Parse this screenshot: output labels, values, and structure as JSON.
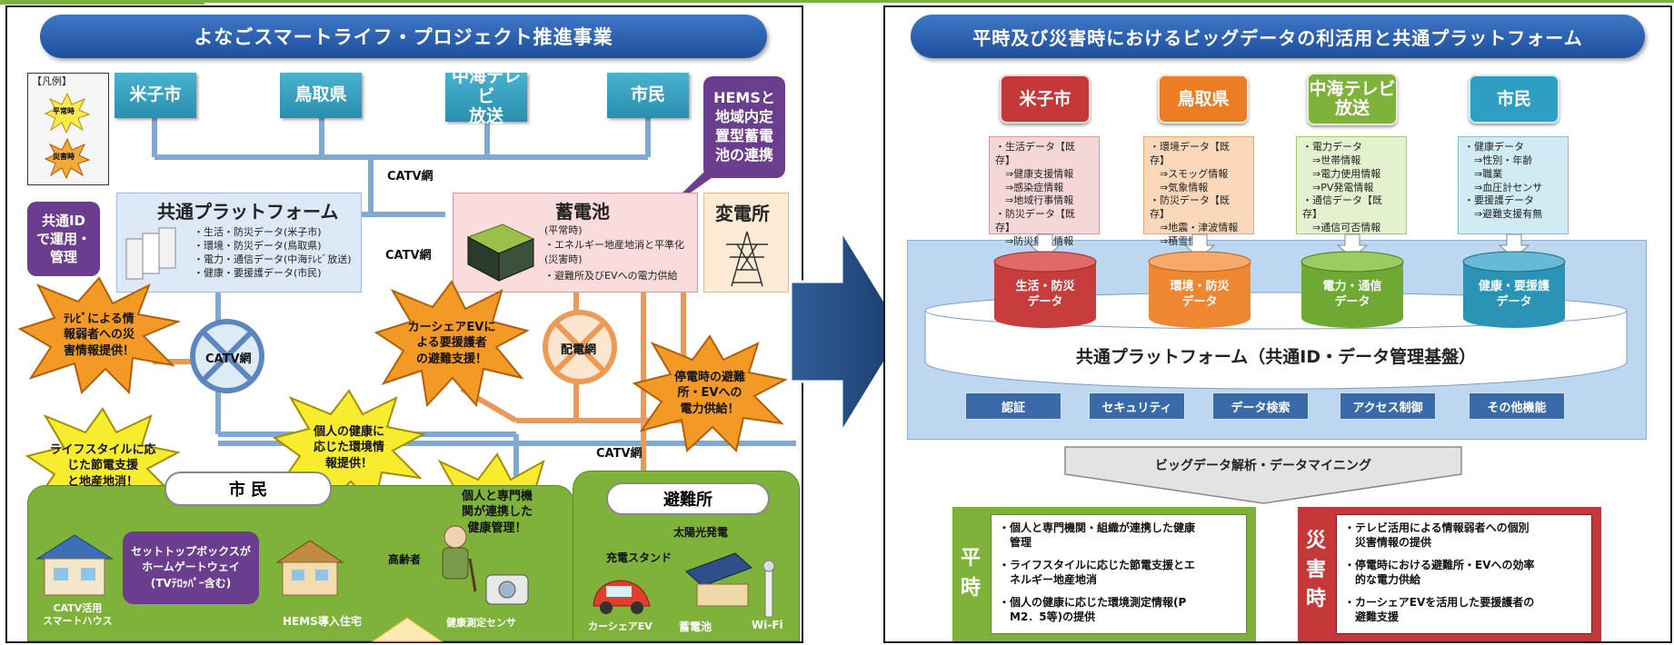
{
  "left": {
    "title": "よなごスマートライフ・プロジェクト推進事業",
    "legend": {
      "label": "【凡例】",
      "normal": "平常時",
      "disaster": "災害時"
    },
    "entities": [
      "米子市",
      "鳥取県",
      "中海テレビ\n放送",
      "市民"
    ],
    "hems_callout": "HEMSと\n地域内定\n置型蓄電\n池の連携",
    "catv_top": "CATV網",
    "catv_mid": "CATV網",
    "catv_lower": "CATV網",
    "platform": {
      "title": "共通プラットフォーム",
      "lines": [
        "・生活・防災データ(米子市)",
        "・環境・防災データ(鳥取県)",
        "・電力・通信データ(中海ﾃﾚﾋﾞ放送)",
        "・健康・要援護データ(市民)"
      ]
    },
    "common_id": "共通ID\nで運用・\n管理",
    "battery": {
      "title": "蓄電池",
      "lines": [
        "(平常時)",
        "・エネルギー地産地消と平準化",
        "(災害時)",
        "・避難所及びEVへの電力供給"
      ]
    },
    "substation": "変電所",
    "catv_node": "CATV網",
    "dist_node": "配電網",
    "bursts": {
      "tv": "ﾃﾚﾋﾞによる情\n報弱者への災\n害情報提供！",
      "carshare": "カーシェアEVに\nよる要援護者\nの避難支援！",
      "outage": "停電時の避難\n所・EVへの\n電力供給！",
      "lifestyle": "ライフスタイルに応\nじた節電支援\nと地産地消！",
      "health_env": "個人の健康に\n応じた環境情\n報提供！",
      "health_mgmt": "個人と専門機\n関が連携した\n健康管理！"
    },
    "citizen_label": "市 民",
    "shelter_label": "避難所",
    "stb": "セットトップボックスが\nホームゲートウェイ\n(TVﾃﾛｯﾊﾟｰ含む)",
    "house_caption": "CATV活用\nスマートハウス",
    "hems_house": "HEMS導入住宅",
    "elder": "高齢者",
    "health_sensor": "健康測定センサ",
    "solar": "太陽光発電",
    "charge_stand": "充電スタンド",
    "carshare_ev": "カーシェアEV",
    "battery2": "蓄電池",
    "wifi": "Wi-Fi"
  },
  "right": {
    "title": "平時及び災害時におけるビッグデータの利活用と共通プラットフォーム",
    "heads": [
      {
        "label": "米子市",
        "color": "#c4383a"
      },
      {
        "label": "鳥取県",
        "color": "#ec7d24"
      },
      {
        "label": "中海テレビ\n放送",
        "color": "#7fb23a"
      },
      {
        "label": "市民",
        "color": "#2e9ec2"
      }
    ],
    "data_boxes": [
      "・生活データ【既存】\n　⇒健康支援情報\n　⇒感染症情報\n　⇒地域行事情報\n・防災データ【既存】\n　⇒防災無線情報",
      "・環境データ【既存】\n　⇒スモッグ情報\n　⇒気象情報\n・防災データ【既存】\n　⇒地震・津波情報\n　⇒積雪情報",
      "・電力データ\n　⇒世帯情報\n　⇒電力使用情報\n　⇒PV発電情報\n・通信データ【既存】\n　⇒通信可否情報",
      "・健康データ\n　⇒性別・年齢\n　⇒職業\n　⇒血圧計センサ\n・要援護データ\n　⇒避難支援有無"
    ],
    "cylinders": [
      "生活・防災\nデータ",
      "環境・防災\nデータ",
      "電力・通信\nデータ",
      "健康・要援護\nデータ"
    ],
    "platform": "共通プラットフォーム（共通ID・データ管理基盤）",
    "functions": [
      "認証",
      "セキュリティ",
      "データ検索",
      "アクセス制御",
      "その他機能"
    ],
    "analysis": "ビッグデータ解析・データマイニング",
    "normal": {
      "label": "平\n時",
      "lines": [
        "・個人と専門機関・組織が連携した健康\n　管理",
        "・ライフスタイルに応じた節電支援とエ\n　ネルギー地産地消",
        "・個人の健康に応じた環境測定情報(P\n　M2．5等)の提供"
      ]
    },
    "disaster": {
      "label": "災\n害\n時",
      "lines": [
        "・テレビ活用による情報弱者への個別\n　災害情報の提供",
        "・停電時における避難所・EVへの効率\n　的な電力供給",
        "・カーシェアEVを活用した要援護者の\n　避難支援"
      ]
    }
  }
}
